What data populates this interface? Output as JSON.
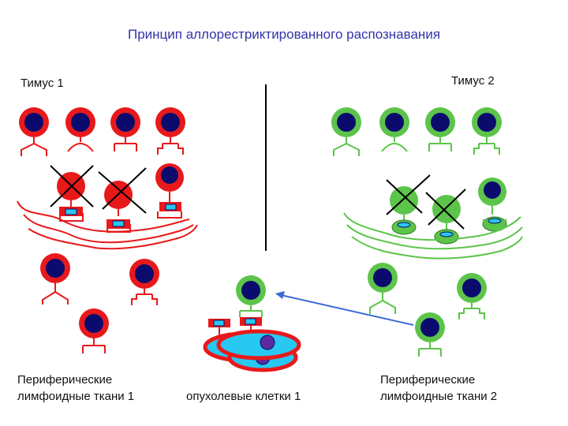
{
  "title": "Принцип аллорестриктированного распознавания",
  "labels": {
    "thymus1": "Тимус 1",
    "thymus2": "Тимус 2",
    "periph1_line1": "Периферические",
    "periph1_line2": "лимфоидные ткани 1",
    "periph2_line1": "Периферические",
    "periph2_line2": "лимфоидные ткани 2",
    "tumor": "опухолевые клетки 1"
  },
  "colors": {
    "title": "#3333aa",
    "red": "#e8191b",
    "green": "#5cc44a",
    "nucleus": "#0b0b6e",
    "cyan": "#28c8f0",
    "arrow": "#3a6ad8",
    "text": "#111111"
  }
}
